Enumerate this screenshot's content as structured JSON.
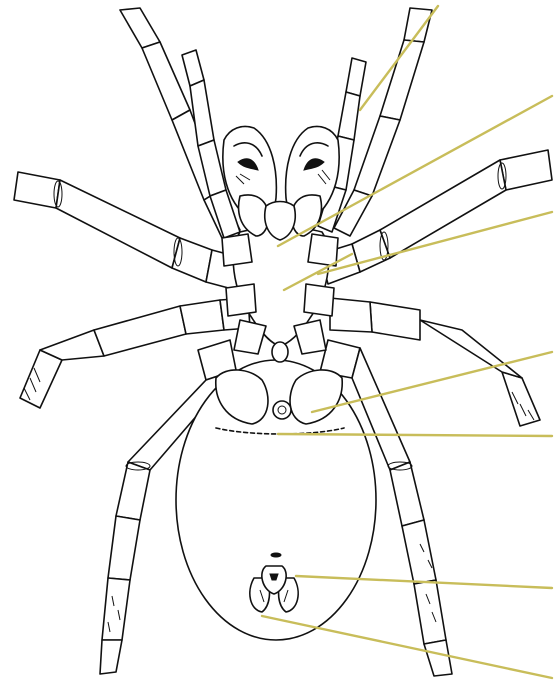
{
  "figure": {
    "subject": "spider-ventral-view-line-drawing",
    "colors": {
      "ink": "#111111",
      "paper": "#ffffff",
      "leader_line": "#c8bd5a"
    }
  },
  "leader_lines": [
    {
      "name": "leader-pedipalp"
    },
    {
      "name": "leader-chelicera"
    },
    {
      "name": "leader-mouthpart"
    },
    {
      "name": "leader-sternum"
    },
    {
      "name": "leader-book-lung"
    },
    {
      "name": "leader-epigastric-furrow"
    },
    {
      "name": "leader-spinnerets"
    },
    {
      "name": "leader-anal-tubercle"
    }
  ]
}
